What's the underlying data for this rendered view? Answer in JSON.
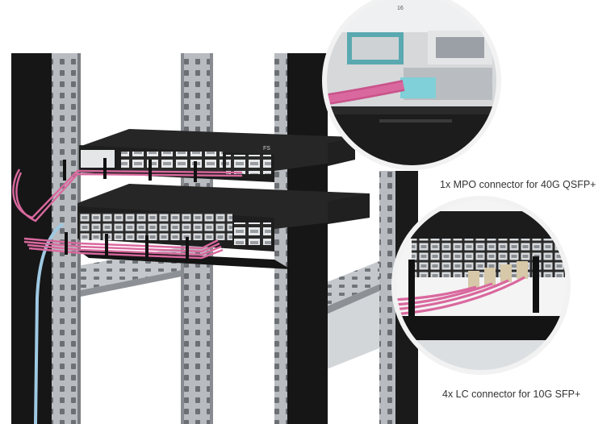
{
  "captions": {
    "mpo": "1x MPO connector for 40G QSFP+",
    "lc": "4x LC connector for 10G SFP+"
  },
  "zoom_top": {
    "port_number": "16"
  },
  "switch_top": {
    "logo": "FS"
  },
  "colors": {
    "rack_post": "#161616",
    "rail_metal": "#b8bcc0",
    "switch_body": "#1e1e1e",
    "sfp_port": "#d9dcdf",
    "magenta_cable": "#d9689e",
    "aqua_cable": "#9fc9e3",
    "mpo_blue": "#7fd0d8"
  }
}
